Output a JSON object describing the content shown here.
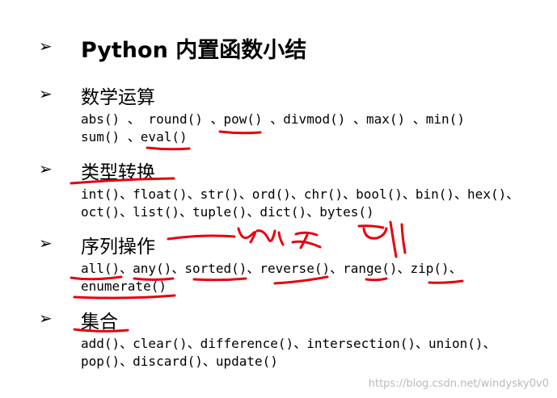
{
  "title": "Python 内置函数小结",
  "sections": [
    {
      "heading": "数学运算",
      "lines": [
        "abs() 、 round() 、pow() 、divmod() 、max() 、min()",
        "sum() 、eval()"
      ]
    },
    {
      "heading": "类型转换",
      "lines": [
        "int()、float()、str()、ord()、chr()、bool()、bin()、hex()、",
        "oct()、list()、tuple()、dict()、bytes()"
      ]
    },
    {
      "heading": "序列操作",
      "lines": [
        "all()、any()、sorted()、reverse()、range()、zip()、",
        "enumerate()"
      ]
    },
    {
      "heading": "集合",
      "lines": [
        "add()、clear()、difference()、intersection()、union()、",
        "pop()、discard()、update()"
      ]
    }
  ],
  "watermark": "https://blog.csdn.net/windysky0v0",
  "colors": {
    "annotation": "#e8000e",
    "text": "#000000"
  }
}
